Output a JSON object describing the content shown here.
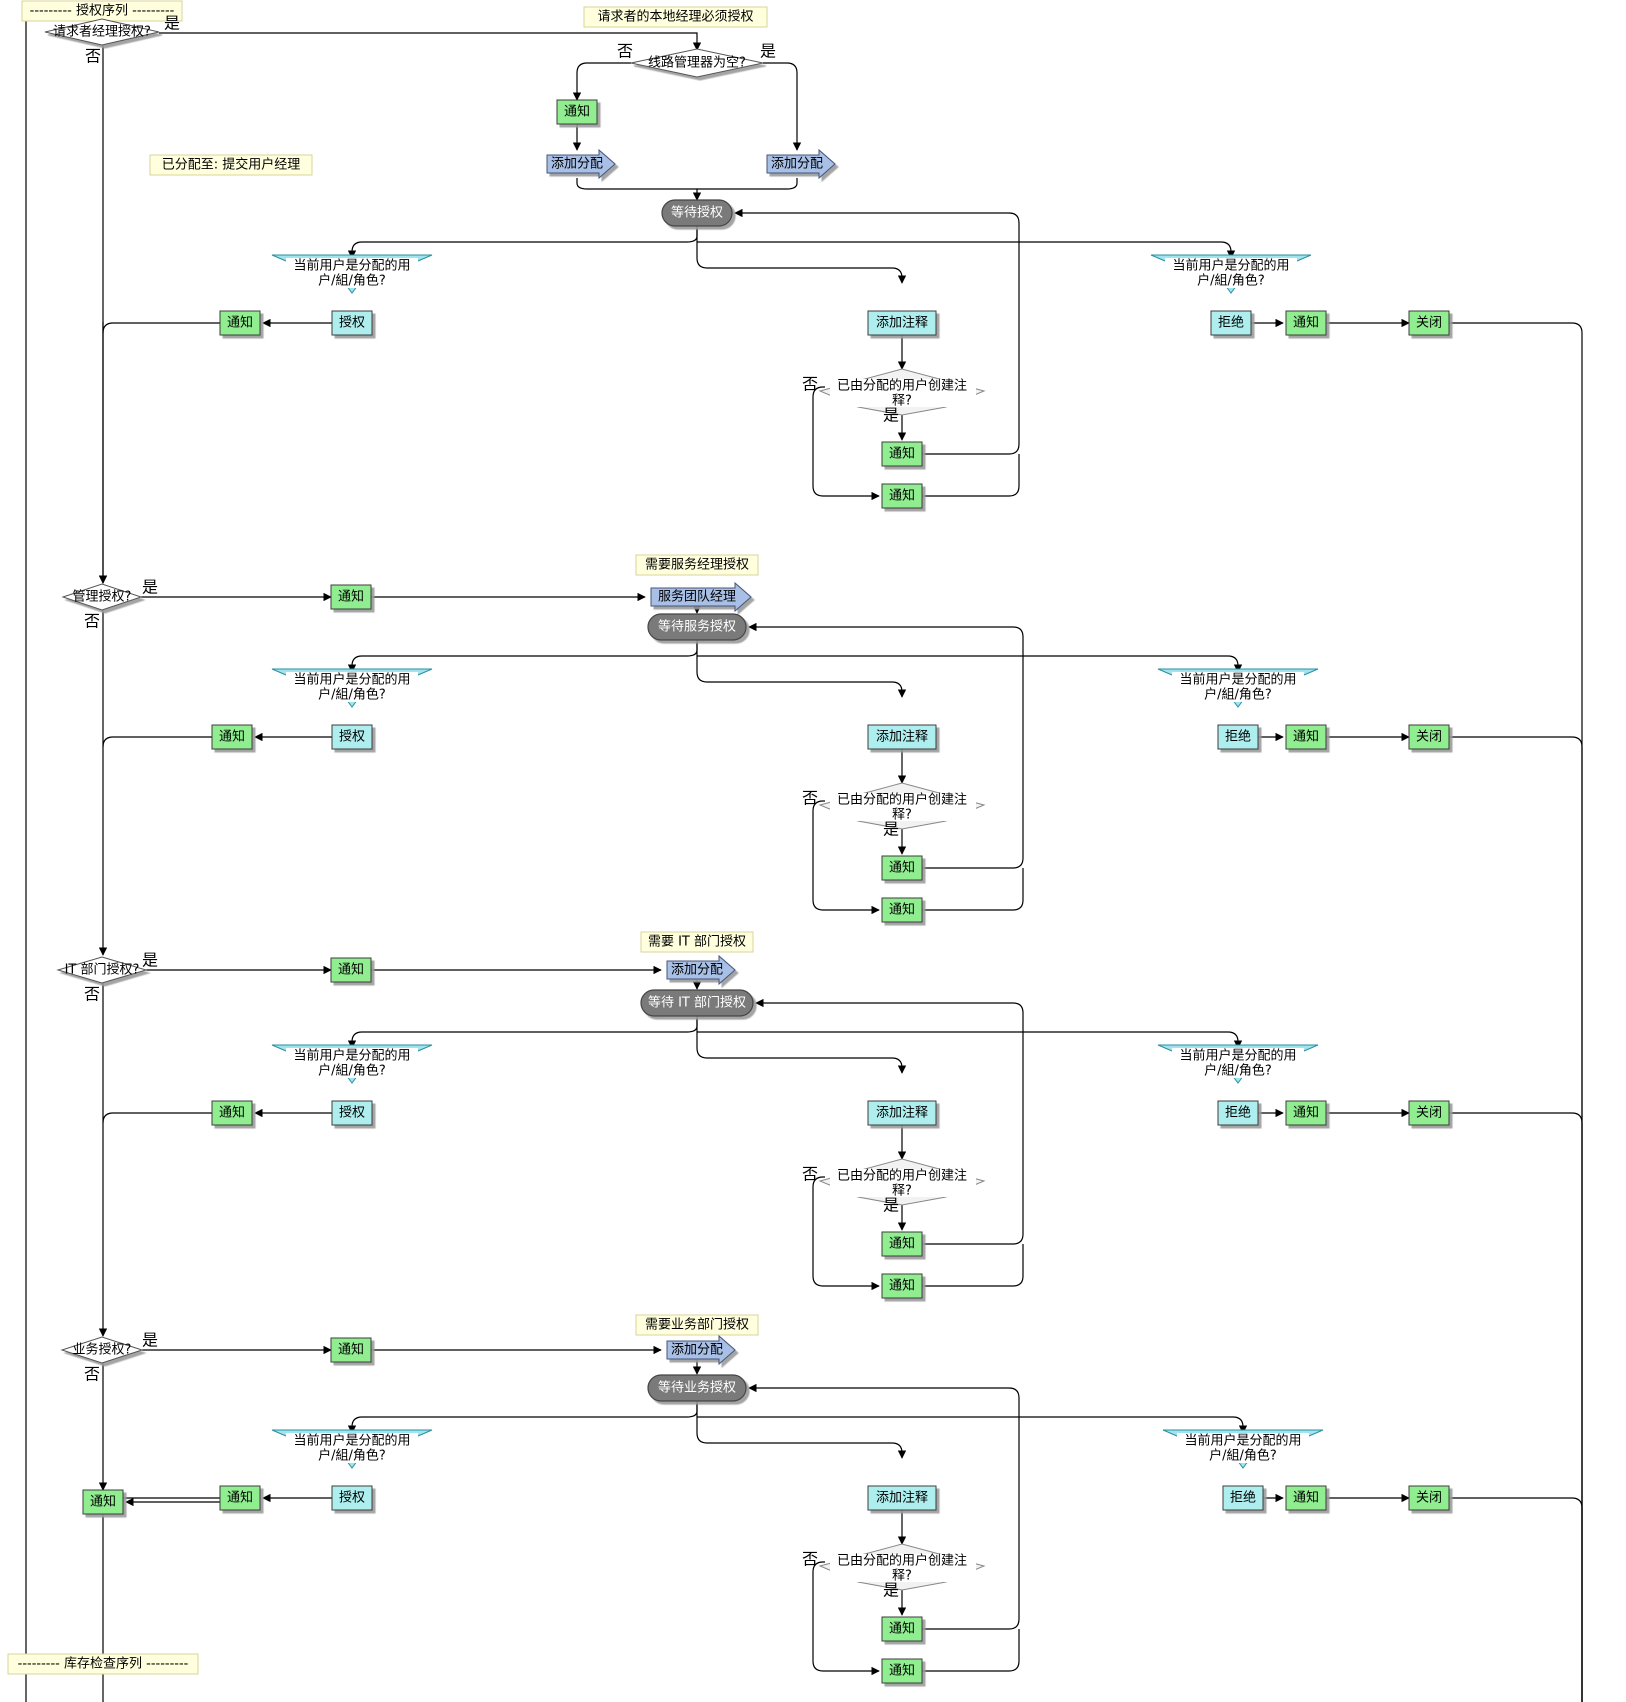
{
  "notes": {
    "auth_sequence": "--------- 授权序列 ---------",
    "inventory_sequence": "--------- 库存检查序列 ---------",
    "local_manager": "请求者的本地经理必须授权",
    "assigned_to": "已分配至: 提交用户经理",
    "service_manager": "需要服务经理授权",
    "it_dept": "需要 IT 部门授权",
    "business_dept": "需要业务部门授权"
  },
  "decisions": {
    "requester_manager": "请求者经理授权?",
    "line_manager_empty": "线路管理器为空?",
    "management": "管理授权?",
    "it": "IT 部门授权?",
    "business": "业务授权?",
    "current_user_line1": "当前用户是分配的用",
    "current_user_line2": "户/組/角色?",
    "comment_line1": "已由分配的用户创建注",
    "comment_line2": "释?"
  },
  "actions": {
    "notify": "通知",
    "authorize": "授权",
    "reject": "拒绝",
    "close": "关闭",
    "add_comment": "添加注释",
    "add_assignment": "添加分配",
    "service_team_manager": "服务团队经理"
  },
  "pending": {
    "wait_auth": "等待授权",
    "wait_service": "等待服务授权",
    "wait_it": "等待 IT 部门授权",
    "wait_business": "等待业务授权"
  },
  "labels": {
    "yes": "是",
    "no": "否"
  },
  "colors": {
    "notify": "#90ee90",
    "task": "#aeeeee",
    "assignment": "#a8bfe6",
    "pending": "#7a7a7a",
    "decision": "#a0e4f0",
    "note": "#ffffdd"
  }
}
